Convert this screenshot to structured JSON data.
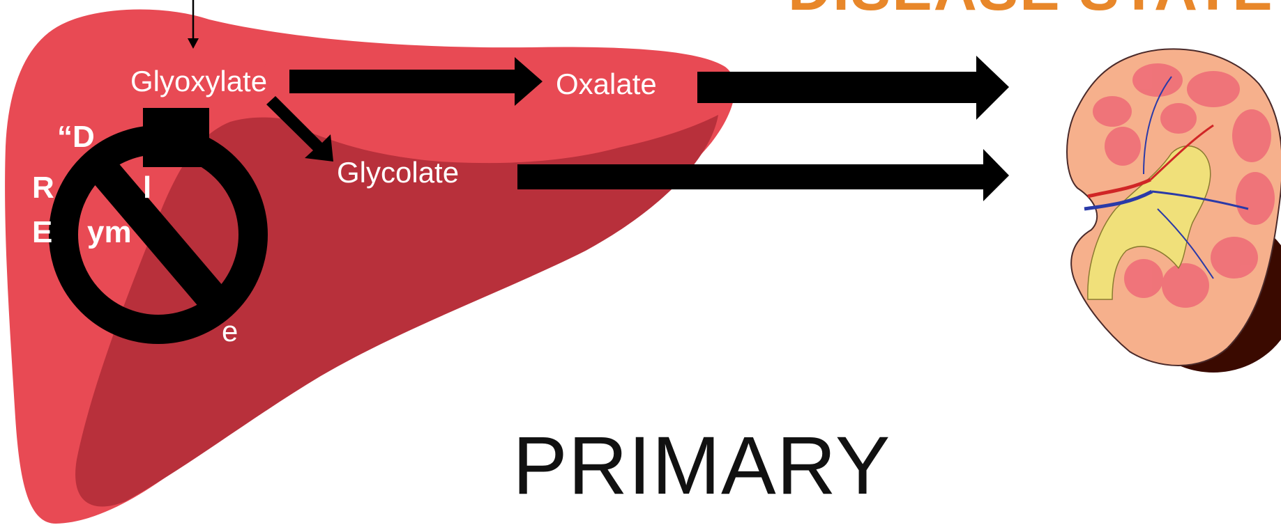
{
  "title_top": "DISEASE STATE",
  "title_main": "PRIMARY",
  "labels": {
    "glyoxylate": "Glyoxylate",
    "oxalate": "Oxalate",
    "glycolate": "Glycolate",
    "enzyme_line1": "“D",
    "enzyme_line2": "R",
    "enzyme_line2b": "l",
    "enzyme_line3": "E",
    "enzyme_line3b": "ym",
    "glycine_fragment": "e"
  },
  "icons": [
    "down-arrow-icon",
    "right-arrow-icon",
    "no-symbol-icon",
    "liver-illustration",
    "kidney-illustration"
  ],
  "colors": {
    "liver_light": "#e84a54",
    "liver_dark": "#b8303b",
    "title_accent": "#e8872a",
    "arrow": "#000000"
  }
}
